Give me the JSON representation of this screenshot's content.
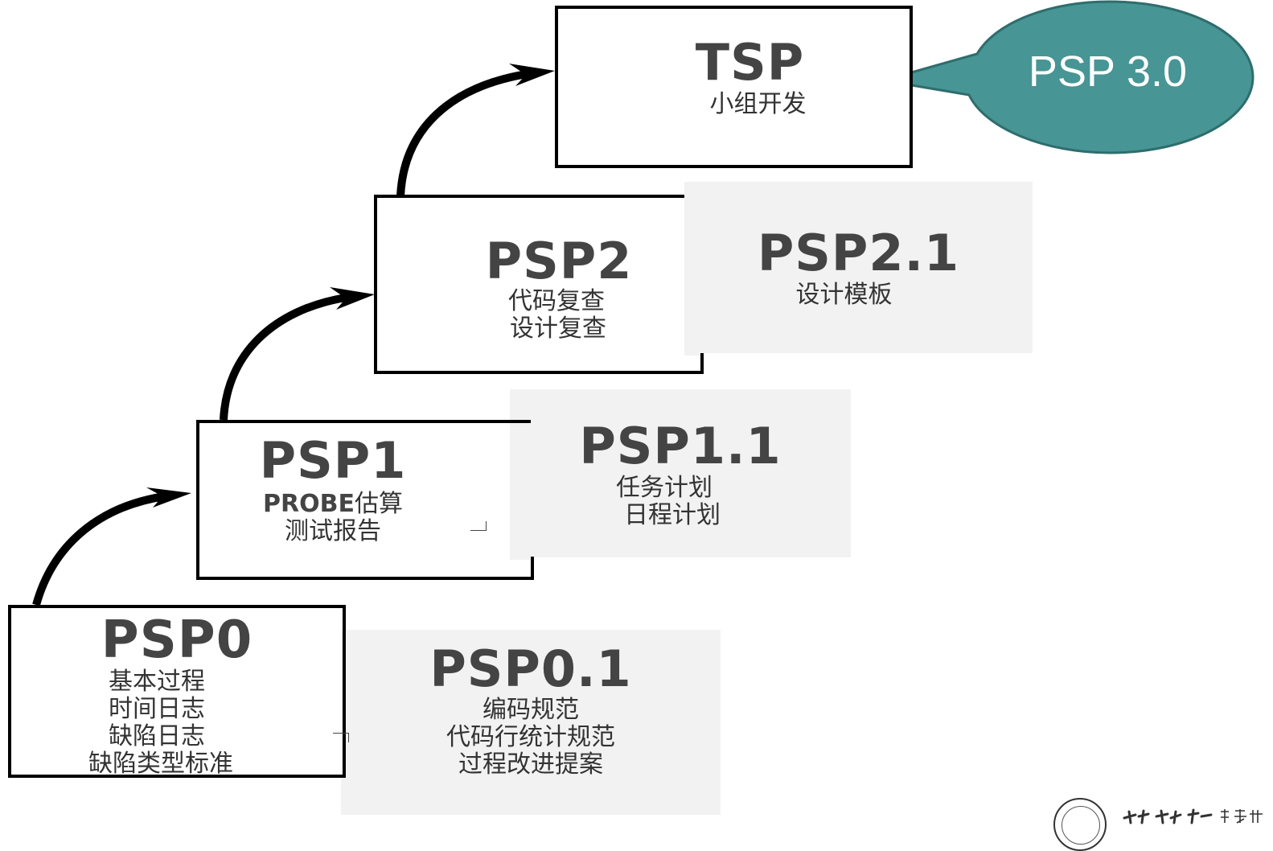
{
  "colors": {
    "box_border": "#000000",
    "title_text": "#444444",
    "sub_text": "#333333",
    "extension_fill": "#f2f2f2",
    "bubble_fill": "#479595",
    "bubble_stroke": "#2f6d6d",
    "bubble_text": "#ffffff"
  },
  "levels": {
    "psp0": {
      "title": "PSP0",
      "lines": [
        "基本过程",
        "时间日志",
        "缺陷日志",
        "缺陷类型标准"
      ]
    },
    "psp01": {
      "title": "PSP0.1",
      "lines": [
        "编码规范",
        "代码行统计规范",
        "过程改进提案"
      ]
    },
    "psp1": {
      "title": "PSP1",
      "line1_bold": "PROBE",
      "line1_rest": "估算",
      "line2": "测试报告"
    },
    "psp11": {
      "title": "PSP1.1",
      "lines": [
        "任务计划",
        "日程计划"
      ]
    },
    "psp2": {
      "title": "PSP2",
      "lines": [
        "代码复查",
        "设计复查"
      ]
    },
    "psp21": {
      "title": "PSP2.1",
      "lines": [
        "设计模板"
      ]
    },
    "tsp": {
      "title": "TSP",
      "lines": [
        "小组开发"
      ]
    }
  },
  "callout": {
    "text": "PSP 3.0"
  },
  "icons": {
    "arrows": "curved-arrow-icon",
    "logo": "university-seal-icon"
  }
}
